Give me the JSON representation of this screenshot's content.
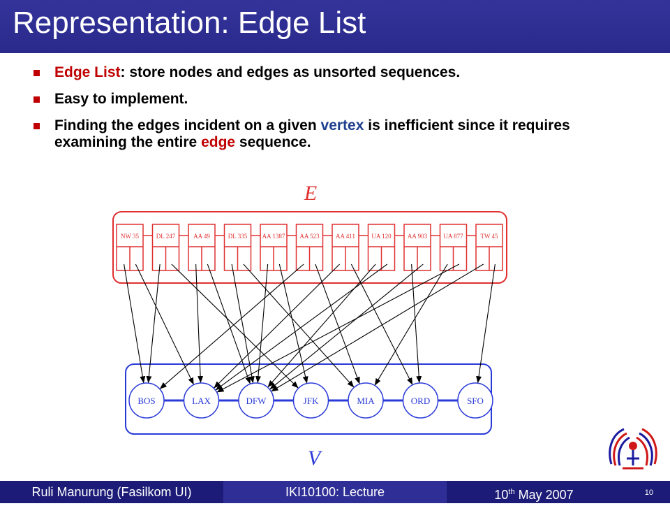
{
  "slide": {
    "title": "Representation: Edge List"
  },
  "bullets": [
    {
      "part1": "Edge List",
      "part2": ": store nodes and edges as unsorted sequences."
    },
    {
      "text": "Easy to implement."
    },
    {
      "part1": "Finding the edges incident on a given ",
      "vertex": "vertex",
      "part2": " is inefficient since it requires examining the entire ",
      "edge": "edge",
      "part3": " sequence."
    }
  ],
  "diagram": {
    "edge_label": "E",
    "vertex_label": "V",
    "edges": [
      "NW 35",
      "DL 247",
      "AA 49",
      "DL 335",
      "AA 1387",
      "AA 523",
      "AA 411",
      "UA 120",
      "AA 903",
      "UA 877",
      "TW 45"
    ],
    "vertices": [
      "BOS",
      "LAX",
      "DFW",
      "JFK",
      "MIA",
      "ORD",
      "SFO"
    ],
    "connections": [
      [
        "BOS",
        "LAX"
      ],
      [
        "BOS",
        "JFK"
      ],
      [
        "LAX",
        "DFW"
      ],
      [
        "DFW",
        "MIA"
      ],
      [
        "DFW",
        "JFK"
      ],
      [
        "BOS",
        "MIA"
      ],
      [
        "LAX",
        "ORD"
      ],
      [
        "DFW",
        "LAX"
      ],
      [
        "ORD",
        "DFW"
      ],
      [
        "MIA",
        "LAX"
      ],
      [
        "DFW",
        "SFO"
      ]
    ],
    "colors": {
      "edge_container": "#e03030",
      "vertex_container": "#2a3ad8",
      "arrow": "#000000"
    }
  },
  "footer": {
    "author": "Ruli Manurung (Fasilkom UI)",
    "course": "IKI10100: Lecture",
    "date_day": "10",
    "date_sup": "th",
    "date_rest": " May 2007",
    "slide_number": "10"
  }
}
